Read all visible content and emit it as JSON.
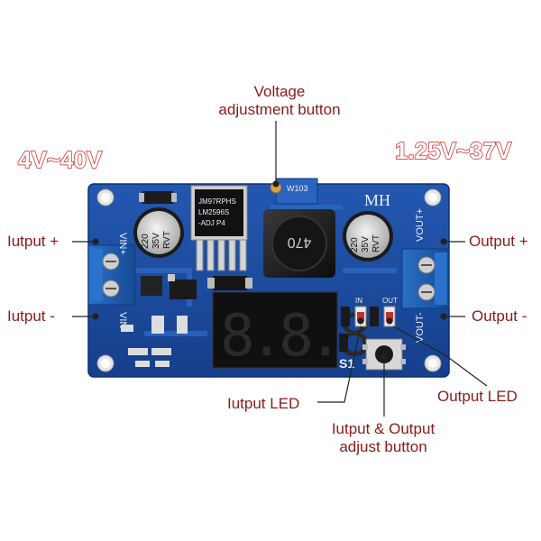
{
  "ranges": {
    "input": "4V~40V",
    "output": "1.25V~37V"
  },
  "labels": {
    "voltage_adjust": [
      "Voltage",
      "adjustment button"
    ],
    "input_plus": "Iutput +",
    "input_minus": "Iutput -",
    "output_plus": "Output +",
    "output_minus": "Output -",
    "input_led": "Iutput LED",
    "output_led": "Output LED",
    "io_adjust": [
      "Iutput & Output",
      "adjust button"
    ]
  },
  "board_text": {
    "brand": "MH",
    "vin_plus": "VIN+",
    "vin_minus": "VIN-",
    "vout_plus": "VOUT+",
    "vout_minus": "VOUT-",
    "in": "IN",
    "out": "OUT",
    "s1": "S1",
    "pot": "W103",
    "cap_left": [
      "220",
      "35V",
      "RVT"
    ],
    "cap_right": [
      "220",
      "35V",
      "RVT"
    ],
    "inductor": "470",
    "regulator": [
      "JM97RPHS",
      "LM2596S",
      "-ADJ P4"
    ],
    "display": "8.8.8."
  },
  "colors": {
    "board": "#1a4aa0",
    "label": "#8b1a1a",
    "range_stroke": "#d42020",
    "terminal": "#1e5fb5"
  }
}
